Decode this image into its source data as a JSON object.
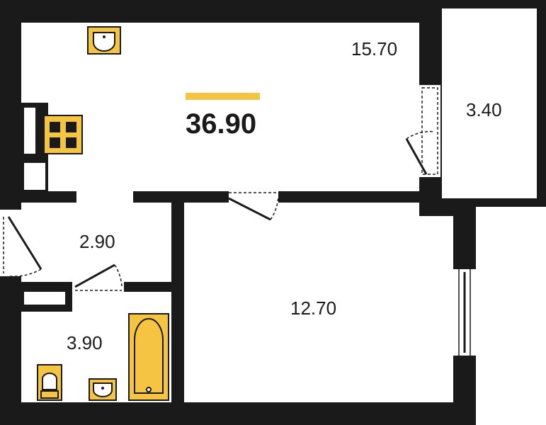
{
  "plan": {
    "total_area": "36.90",
    "accent_color": "#f5c542",
    "wall_color": "#1a1a1a",
    "fixture_color": "#f5c542",
    "rooms": [
      {
        "name": "room-living",
        "area": "15.70"
      },
      {
        "name": "room-loggia",
        "area": "3.40"
      },
      {
        "name": "room-hallway",
        "area": "2.90"
      },
      {
        "name": "room-bathroom",
        "area": "3.90"
      },
      {
        "name": "room-bedroom",
        "area": "12.70"
      }
    ]
  }
}
